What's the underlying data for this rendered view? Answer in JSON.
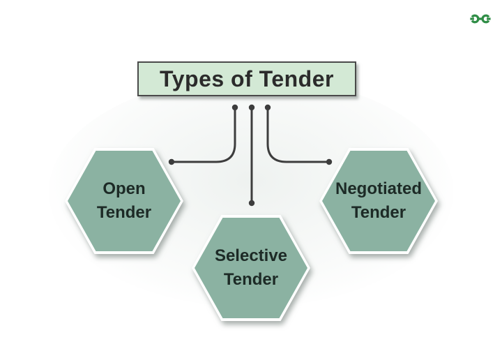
{
  "colors": {
    "page_bg": "#ffffff",
    "brand_green": "#2f8d46",
    "title_fill": "#d3e9d5",
    "title_border": "#4a4a4a",
    "title_text": "#2b2b2b",
    "connector_color": "#3d3d3d",
    "hex_fill": "#8bb2a2",
    "hex_border": "#ffffff",
    "hex_text": "#1d2a26"
  },
  "logo": {
    "name": "geeksforgeeks-logo"
  },
  "title": {
    "text": "Types of Tender"
  },
  "diagram": {
    "type": "hierarchy",
    "root": "Types of Tender",
    "nodes": [
      {
        "id": "open-tender",
        "label": "Open Tender",
        "lines": [
          "Open",
          "Tender"
        ]
      },
      {
        "id": "selective-tender",
        "label": "Selective Tender",
        "lines": [
          "Selective",
          "Tender"
        ]
      },
      {
        "id": "negotiated-tender",
        "label": "Negotiated Tender",
        "lines": [
          "Negotiated",
          "Tender"
        ]
      }
    ]
  }
}
